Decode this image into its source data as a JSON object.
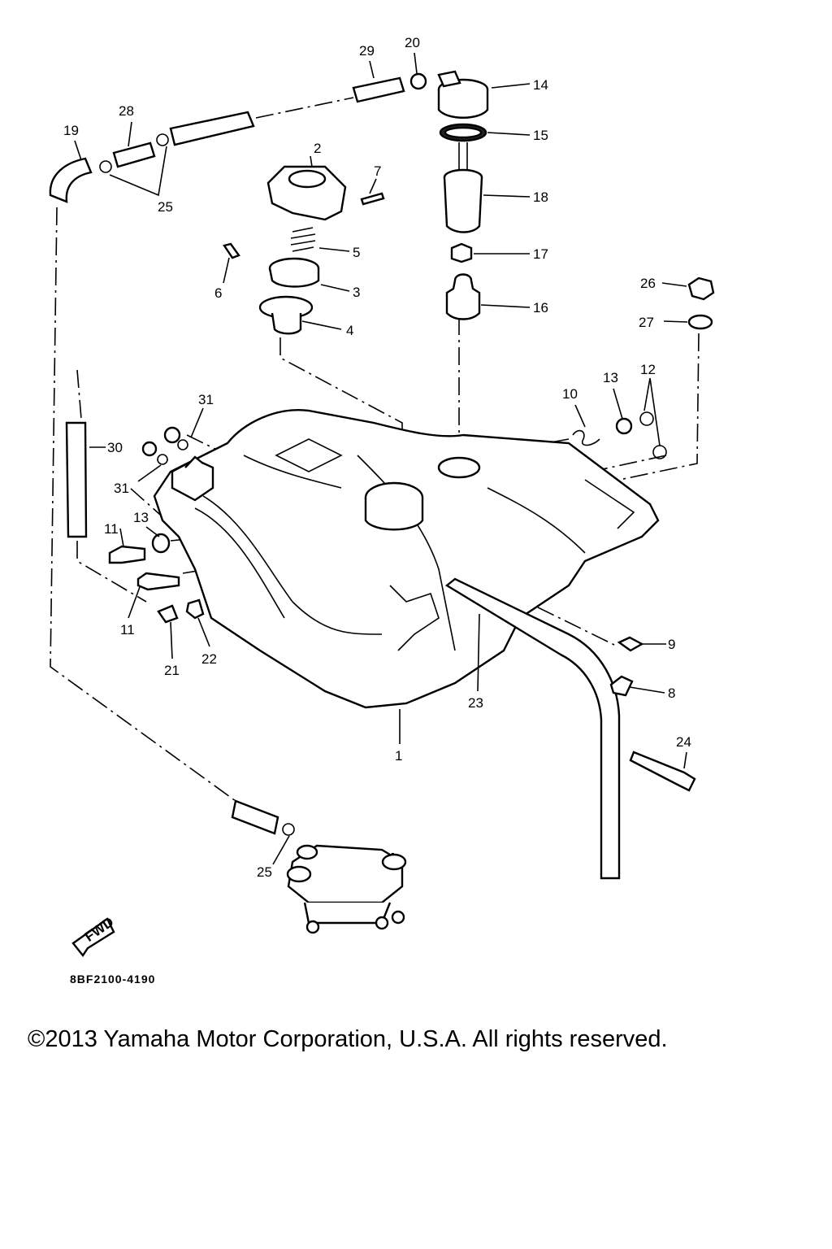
{
  "diagram": {
    "part_code": "8BF2100-4190",
    "fwd_label": "FWD",
    "callouts": [
      "1",
      "2",
      "3",
      "4",
      "5",
      "6",
      "7",
      "8",
      "9",
      "10",
      "11",
      "11",
      "12",
      "13",
      "13",
      "14",
      "15",
      "16",
      "17",
      "18",
      "19",
      "20",
      "21",
      "22",
      "23",
      "24",
      "25",
      "25",
      "26",
      "27",
      "28",
      "29",
      "30",
      "31",
      "31"
    ]
  },
  "footer": {
    "copyright": "©2013 Yamaha Motor Corporation, U.S.A. All rights reserved."
  }
}
